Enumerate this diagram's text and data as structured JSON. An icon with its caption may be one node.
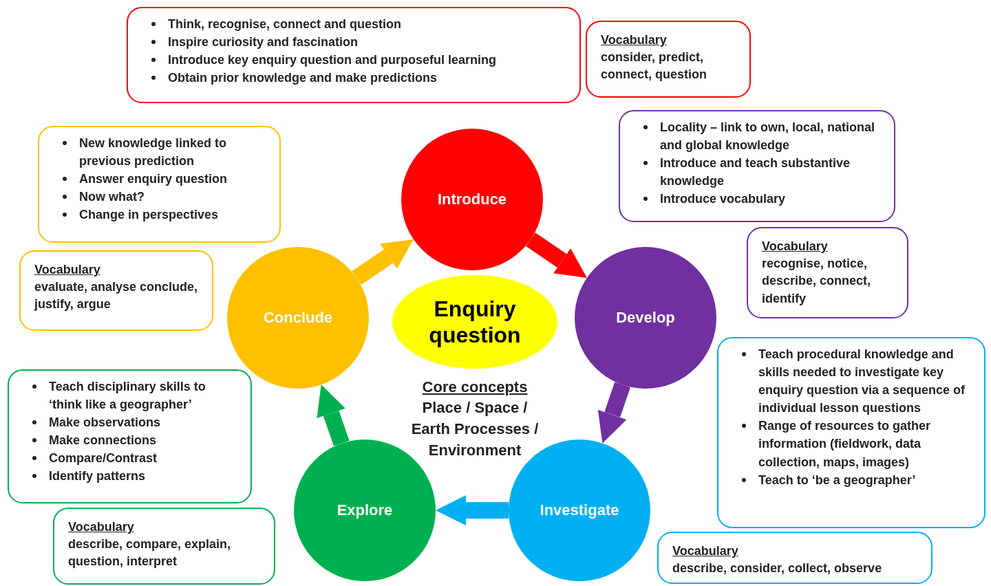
{
  "diagram": {
    "nodes": [
      {
        "text": [
          "Introduce"
        ]
      },
      {
        "text": [
          "Develop"
        ]
      },
      {
        "text": [
          "Investigate"
        ]
      },
      {
        "text": [
          "Explore"
        ]
      },
      {
        "text": [
          "Conclude"
        ]
      },
      {
        "text": [
          "Enquiry question"
        ]
      },
      {
        "text": [
          "Think, recognise, connect and question",
          "Inspire curiosity and fascination",
          "Introduce key enquiry question and purposeful learning",
          "Obtain prior knowledge and make predictions"
        ]
      },
      {
        "text": [
          "Vocabulary",
          "consider, predict, connect, question"
        ]
      },
      {
        "text": [
          "Locality – link to own, local, national and global knowledge",
          "Introduce and teach substantive knowledge",
          "Introduce vocabulary"
        ]
      },
      {
        "text": [
          "Vocabulary",
          "recognise, notice, describe, connect, identify"
        ]
      },
      {
        "text": [
          "Teach procedural knowledge and skills needed to investigate key enquiry question via a sequence of individual lesson questions",
          "Range of resources to gather information (fieldwork, data collection, maps, images)",
          "Teach to ‘be a geographer’"
        ]
      },
      {
        "text": [
          "Vocabulary",
          "describe, consider, collect, observe"
        ]
      },
      {
        "text": [
          "Teach disciplinary skills to ‘think like a geographer’",
          "Make observations",
          "Make connections",
          "Compare/Contrast",
          "Identify patterns"
        ]
      },
      {
        "text": [
          "Vocabulary",
          "describe, compare, explain, question, interpret"
        ]
      },
      {
        "text": [
          "New knowledge linked to previous prediction",
          "Answer enquiry question",
          "Now what?",
          "Change in perspectives"
        ]
      },
      {
        "text": [
          "Vocabulary",
          "evaluate, analyse conclude, justify, argue"
        ]
      }
    ],
    "edges": [
      {
        "from": 0,
        "to": 1,
        "arrow": "to",
        "color": "#ff0000"
      },
      {
        "from": 1,
        "to": 2,
        "arrow": "to",
        "color": "#7030a0"
      },
      {
        "from": 2,
        "to": 3,
        "arrow": "to",
        "color": "#00b0f0"
      },
      {
        "from": 3,
        "to": 4,
        "arrow": "to",
        "color": "#00b050"
      },
      {
        "from": 4,
        "to": 0,
        "arrow": "to",
        "color": "#ffc000"
      }
    ],
    "labels": [
      "Core concepts",
      "Place / Space / Earth Processes / Environment"
    ]
  }
}
